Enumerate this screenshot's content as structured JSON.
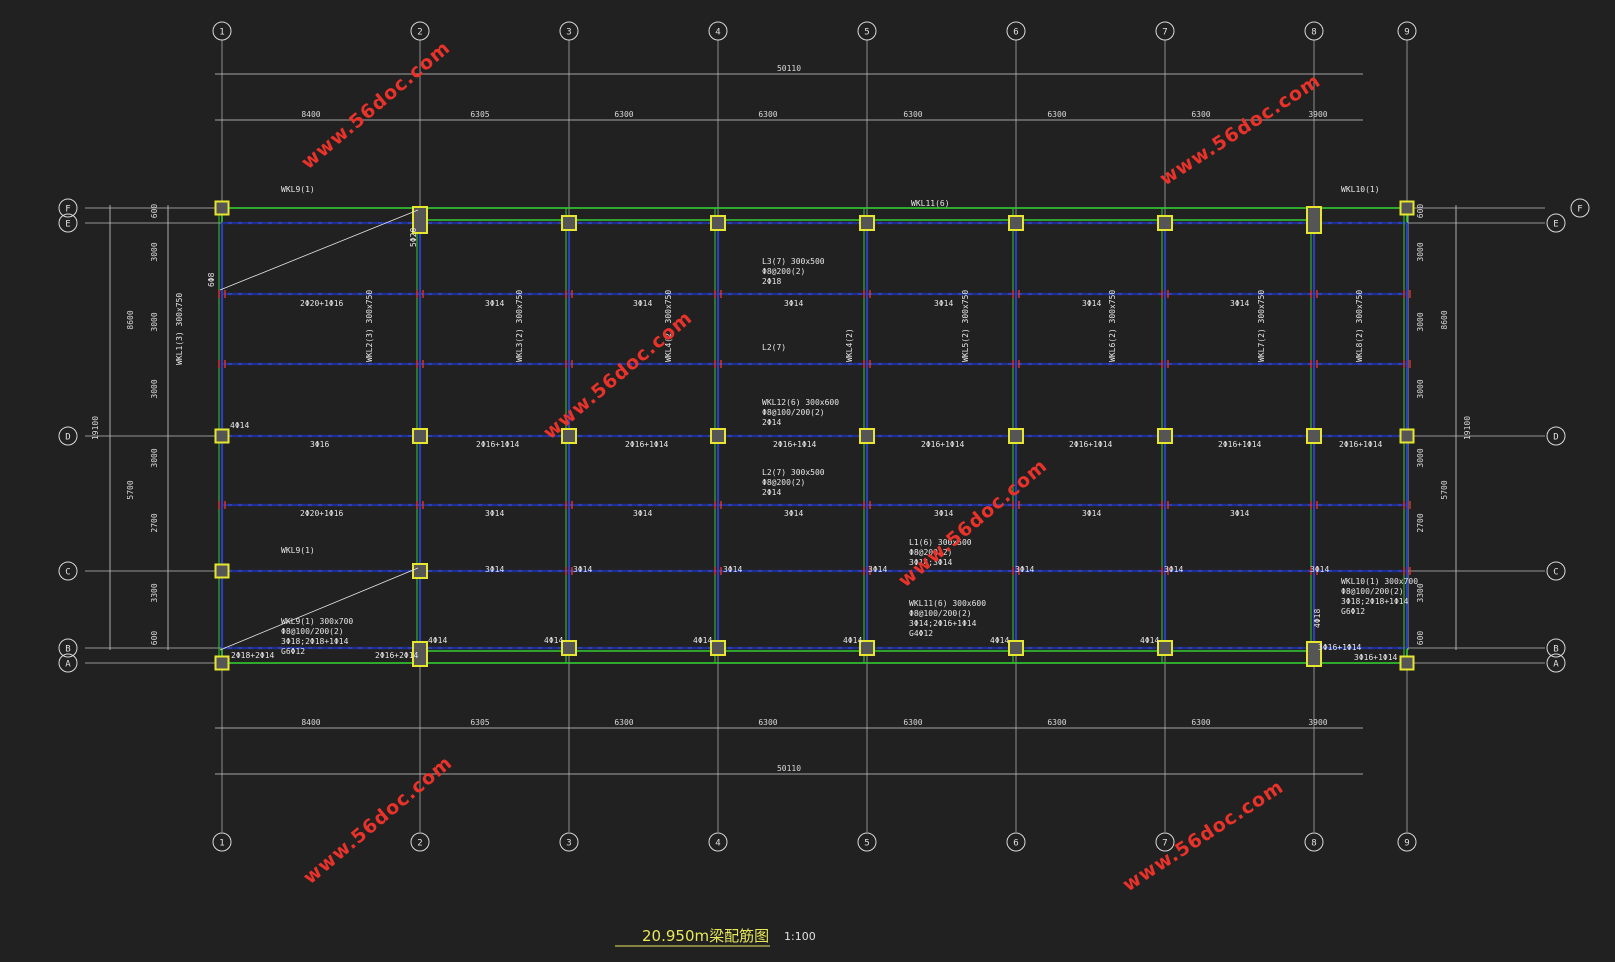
{
  "drawing": {
    "title": "20.950m梁配筋图",
    "scale": "1:100",
    "watermark": "www.56doc.com"
  },
  "colors": {
    "background": "#212121",
    "beam_green": "#33cc33",
    "beam_blue": "#2a3fb8",
    "column_yellow": "#e6e62e",
    "dim_white": "#d9d9d9",
    "mark_red": "#e8322a",
    "watermark": "#e8322a"
  },
  "grid_columns": [
    "1",
    "2",
    "3",
    "4",
    "5",
    "6",
    "7",
    "8",
    "9"
  ],
  "grid_rows": [
    "F",
    "E",
    "D",
    "C",
    "B",
    "A"
  ],
  "dims_top": {
    "total": "50110",
    "spans": [
      "8400",
      "6305",
      "6300",
      "6300",
      "6300",
      "6300",
      "6300",
      "3900"
    ]
  },
  "dims_bottom": {
    "total": "50110",
    "spans": [
      "8400",
      "6305",
      "6300",
      "6300",
      "6300",
      "6300",
      "6300",
      "3900"
    ]
  },
  "dims_left": {
    "total": "19100",
    "group": [
      "8600",
      "5700"
    ],
    "spans": [
      "600",
      "3000",
      "3000",
      "3000",
      "3000",
      "2700",
      "3300",
      "600"
    ]
  },
  "dims_right": {
    "total": "19100",
    "group": [
      "8600",
      "5700"
    ],
    "spans": [
      "600",
      "3000",
      "3000",
      "3000",
      "3000",
      "2700",
      "3300",
      "600"
    ]
  },
  "beam_labels": [
    "WKL9(1)",
    "WKL11(6)",
    "WKL10(1)",
    "L3(7) 300x500",
    "Φ8@200(2)",
    "2Φ18",
    "L2(7)",
    "WKL12(6) 300x600",
    "Φ8@100/200(2)",
    "2Φ14",
    "L2(7) 300x500",
    "Φ8@200(2)",
    "2Φ14",
    "L1(6) 300x500",
    "Φ8@200(2)",
    "3Φ14;3Φ14",
    "WKL9(1)",
    "WKL9(1) 300x700",
    "Φ8@100/200(2)",
    "3Φ18;2Φ18+1Φ14",
    "G6Φ12",
    "WKL11(6) 300x600",
    "Φ8@100/200(2)",
    "3Φ14;2Φ16+1Φ14",
    "G4Φ12",
    "WKL10(1) 300x700",
    "Φ8@100/200(2)",
    "3Φ18;2Φ18+1Φ14",
    "G6Φ12"
  ],
  "vertical_beam_labels": [
    "WKL1(3) 300x750",
    "WKL2(3) 300x750",
    "WKL3(2) 300x750",
    "WKL4(2) 300x750",
    "WKL4(2)",
    "WKL5(2) 300x750",
    "WKL6(2) 300x750",
    "WKL7(2) 300x750",
    "WKL8(2) 300x750"
  ],
  "rebar_marks": [
    "2Φ20+1Φ16",
    "3Φ14",
    "3Φ14",
    "3Φ14",
    "3Φ14",
    "3Φ14",
    "3Φ14",
    "4Φ14",
    "3Φ16",
    "2Φ16+1Φ14",
    "2Φ16+1Φ14",
    "2Φ16+1Φ14",
    "2Φ16+1Φ14",
    "2Φ16+1Φ14",
    "2Φ16+1Φ14",
    "2Φ16+1Φ14",
    "2Φ20+1Φ16",
    "3Φ14",
    "3Φ14",
    "3Φ14",
    "3Φ14",
    "3Φ14",
    "3Φ14",
    "3Φ14",
    "3Φ14",
    "3Φ14",
    "3Φ14",
    "3Φ14",
    "3Φ14",
    "3Φ14",
    "2Φ18+2Φ14",
    "2Φ16+2Φ14",
    "4Φ14",
    "4Φ14",
    "4Φ14",
    "4Φ14",
    "4Φ14",
    "4Φ14",
    "3Φ16+1Φ14",
    "3Φ16+1Φ14",
    "6Φ8",
    "4Φ18",
    "5Φ20"
  ]
}
